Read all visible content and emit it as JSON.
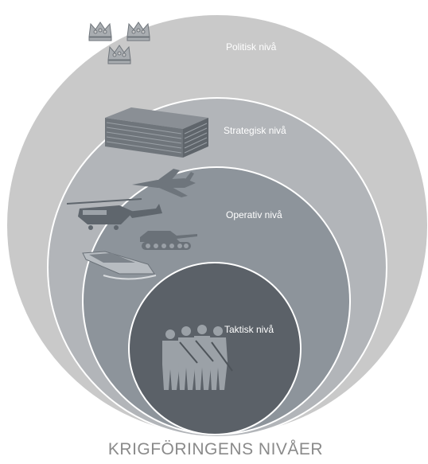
{
  "diagram": {
    "levels": [
      {
        "label": "Politisk nivå",
        "icon": "crowns-icon",
        "color": "#c9c9c9"
      },
      {
        "label": "Strategisk nivå",
        "icon": "building-icon",
        "color": "#b2b5b9"
      },
      {
        "label": "Operativ nivå",
        "icon": "vehicles-icon",
        "color": "#8d949b"
      },
      {
        "label": "Taktisk nivå",
        "icon": "soldiers-icon",
        "color": "#5b6168"
      }
    ],
    "title": "KRIGFÖRINGENS NIVÅER"
  }
}
